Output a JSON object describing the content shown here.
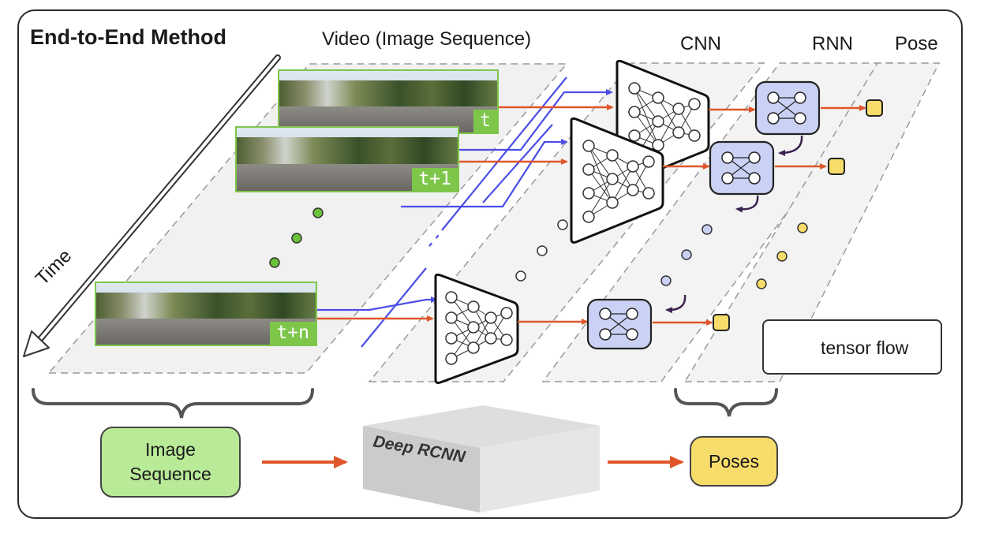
{
  "title": "End-to-End Method",
  "labels": {
    "video": "Video (Image Sequence)",
    "cnn": "CNN",
    "rnn": "RNN",
    "pose": "Pose",
    "time": "Time"
  },
  "frames": [
    {
      "tag": "t"
    },
    {
      "tag": "t+1"
    },
    {
      "tag": "t+n"
    }
  ],
  "pipeline": {
    "input": "Image Sequence",
    "model": "Deep RCNN",
    "output": "Poses"
  },
  "legend": {
    "text": "tensor flow",
    "arrow_colors": [
      "#e0562b",
      "#4b4de6",
      "#3b2250"
    ]
  },
  "colors": {
    "flow_orange": "#e0562b",
    "flow_blue": "#4b4de6",
    "flow_purple": "#3b2250",
    "frame_green": "#7ec64a",
    "rnn_fill": "#c9d2f4",
    "pose_yellow": "#f7dc6b",
    "plane_gray": "#efefef"
  }
}
